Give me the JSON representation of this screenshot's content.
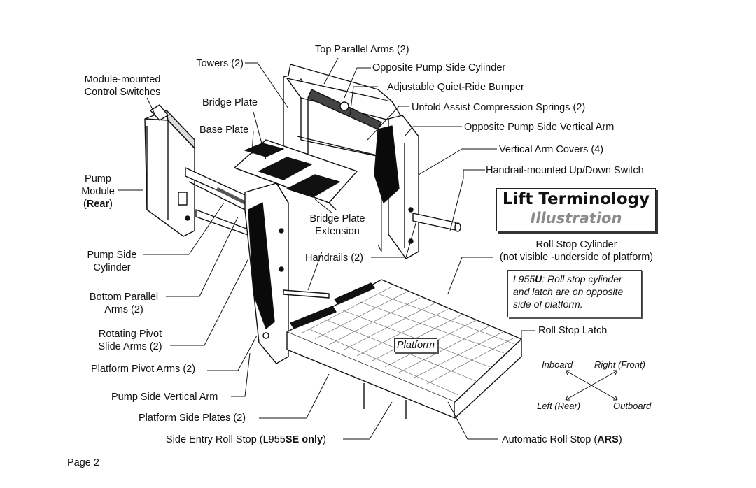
{
  "labels": {
    "top_parallel_arms": "Top Parallel Arms (2)",
    "towers": "Towers (2)",
    "opposite_pump_side_cylinder": "Opposite Pump Side Cylinder",
    "module_mounted_1": "Module-mounted",
    "module_mounted_2": "Control Switches",
    "adjustable_bumper": "Adjustable Quiet-Ride Bumper",
    "bridge_plate": "Bridge Plate",
    "unfold_assist": "Unfold Assist Compression Springs (2)",
    "base_plate": "Base Plate",
    "opposite_vertical_arm": "Opposite Pump Side Vertical Arm",
    "vertical_arm_covers": "Vertical Arm Covers (4)",
    "handrail_switch": "Handrail-mounted Up/Down Switch",
    "pump_1": "Pump",
    "pump_2": "Module",
    "pump_3_a": "(",
    "pump_3_b": "Rear",
    "pump_3_c": ")",
    "bridge_ext_1": "Bridge Plate",
    "bridge_ext_2": "Extension",
    "roll_stop_cyl_1": "Roll Stop Cylinder",
    "roll_stop_cyl_2": "(not visible -underside of platform)",
    "pump_side_cyl_1": "Pump Side",
    "pump_side_cyl_2": "Cylinder",
    "handrails": "Handrails (2)",
    "bottom_arms_1": "Bottom Parallel",
    "bottom_arms_2": "Arms (2)",
    "rotating_1": "Rotating Pivot",
    "rotating_2": "Slide Arms (2)",
    "roll_stop_latch": "Roll Stop Latch",
    "platform_pivot": "Platform Pivot Arms (2)",
    "pump_side_vertical": "Pump Side Vertical Arm",
    "platform_side_plates": "Platform Side Plates (2)",
    "side_entry_a": "Side Entry Roll Stop (L955",
    "side_entry_b": "SE only",
    "side_entry_c": ")",
    "ars_a": "Automatic Roll Stop (",
    "ars_b": "ARS",
    "ars_c": ")",
    "platform": "Platform"
  },
  "title": {
    "line1": "Lift Terminology",
    "line2": "Illustration"
  },
  "note": {
    "model": "L955",
    "model_bold": "U",
    "text1": ":  Roll stop cylinder",
    "text2": "and latch are on opposite",
    "text3": "side of platform."
  },
  "directions": {
    "inboard": "Inboard",
    "right_front": "Right (Front)",
    "left_rear": "Left (Rear)",
    "outboard": "Outboard"
  },
  "footer": {
    "page": "Page 2"
  },
  "colors": {
    "ink": "#111111",
    "title_gray": "#8a8a8a",
    "panel_black": "#0a0a0a"
  }
}
